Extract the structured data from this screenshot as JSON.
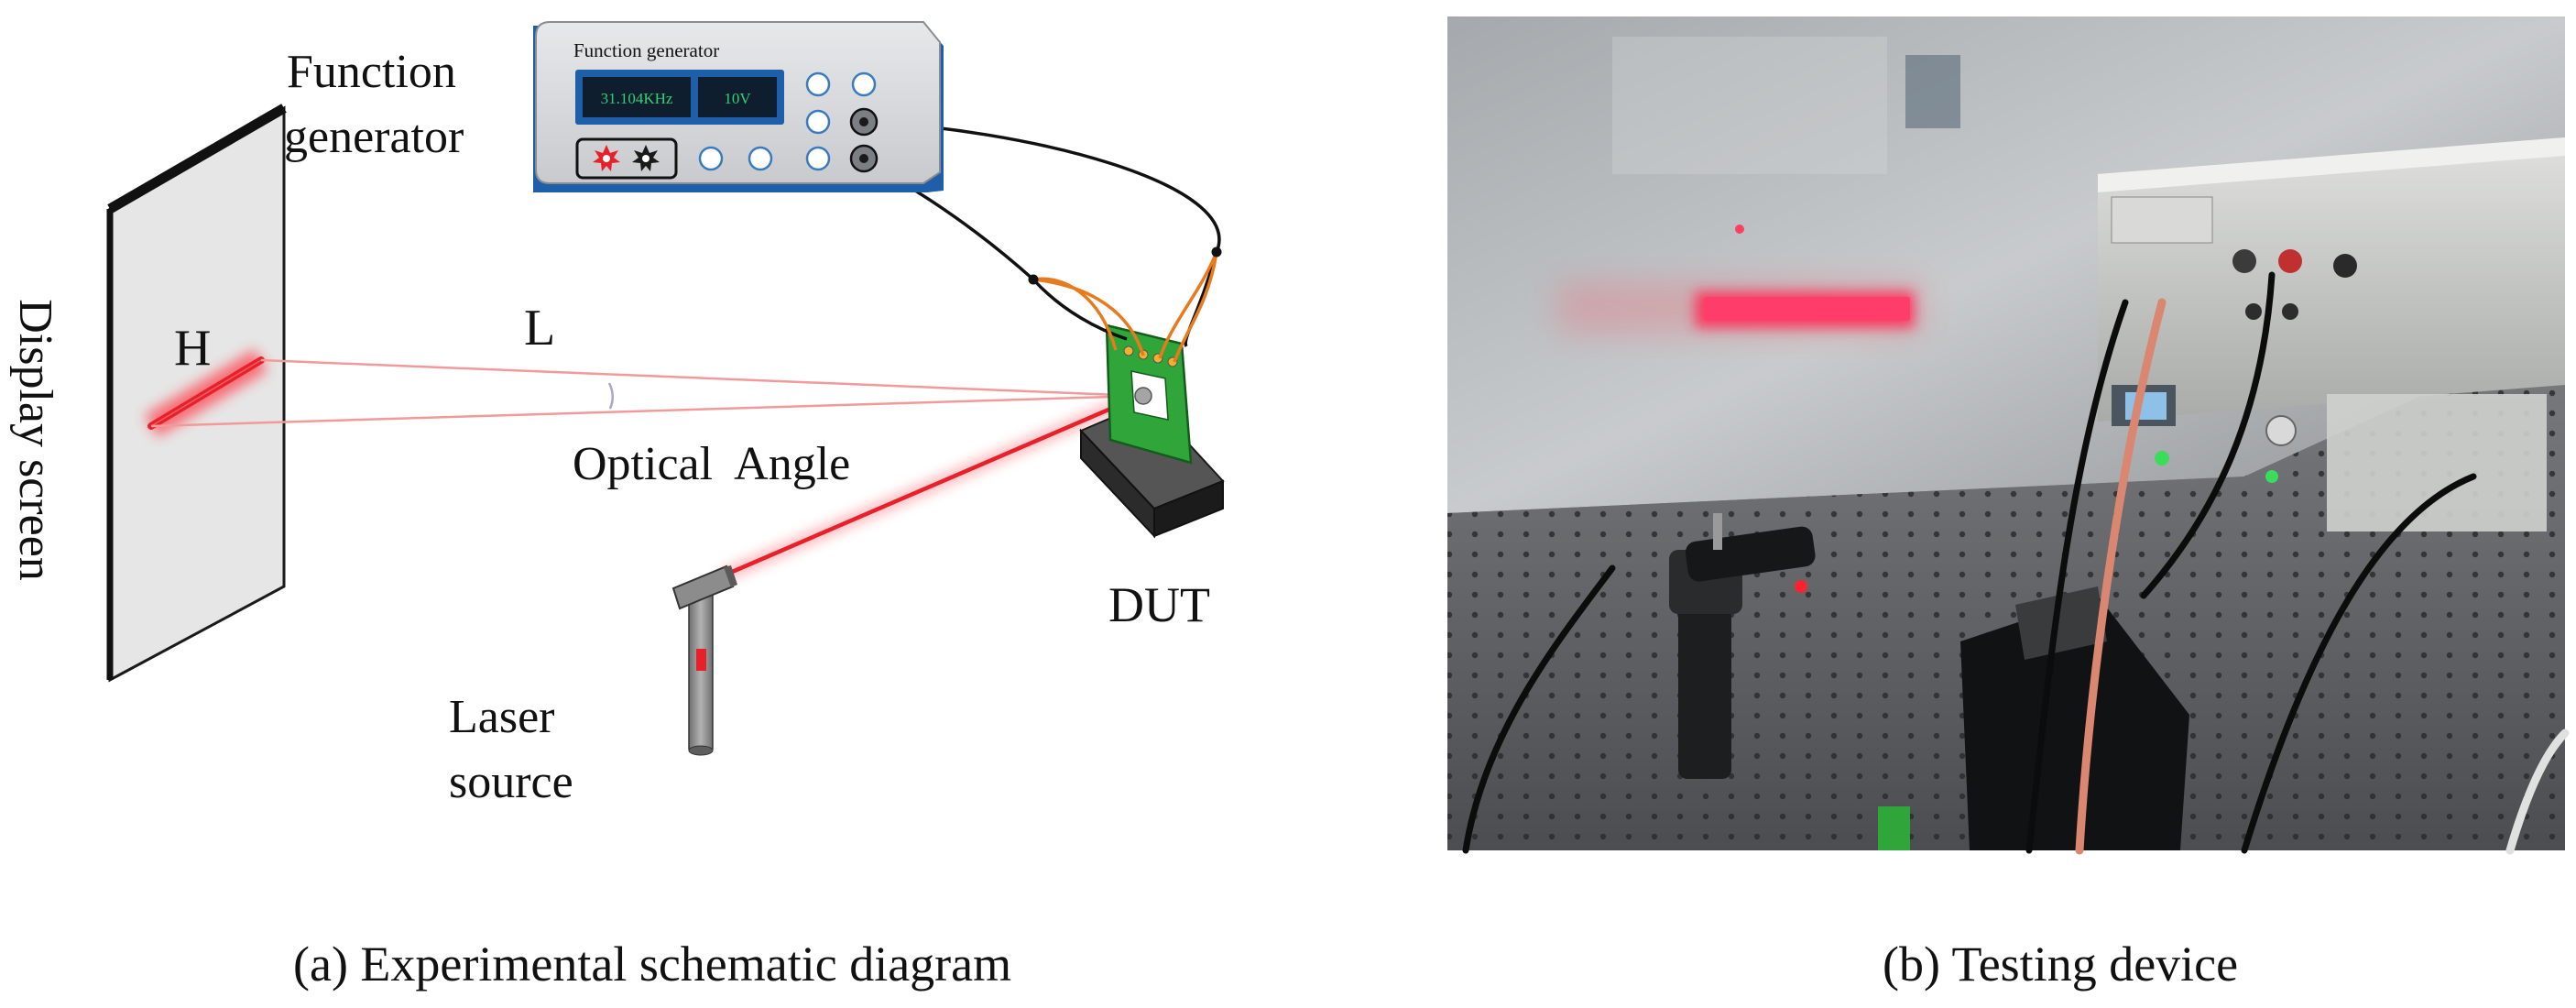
{
  "labels": {
    "function_generator_line1": "Function",
    "function_generator_line2": "generator",
    "display_screen": "Display screen",
    "h": "H",
    "l": "L",
    "optical_angle": "Optical  Angle",
    "dut": "DUT",
    "laser_line1": "Laser",
    "laser_line2": "source"
  },
  "device": {
    "panel_title": "Function generator",
    "frequency_display": "31.104KHz",
    "voltage_display": "10V"
  },
  "captions": {
    "left": "(a) Experimental schematic diagram",
    "right": "(b) Testing device"
  },
  "colors": {
    "laser_red": "#e8202a",
    "panel_blue": "#1f5ea8",
    "pcb_green": "#2fa53a",
    "orange_wire": "#e87a1e"
  }
}
